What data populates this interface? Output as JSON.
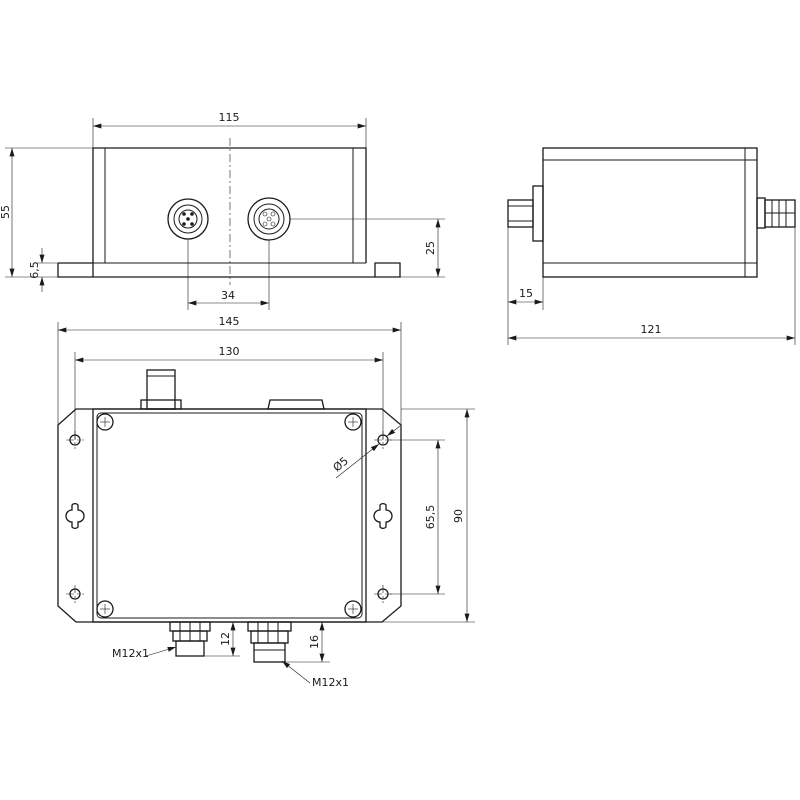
{
  "front_view": {
    "width": "115",
    "height": "55",
    "flange": "6,5",
    "connector_height": "25",
    "connector_spacing": "34"
  },
  "side_view": {
    "connector_length": "15",
    "total_length": "121"
  },
  "top_view": {
    "total_width": "145",
    "hole_spacing_x": "130",
    "total_height": "90",
    "hole_spacing_y": "65,5",
    "hole_dia": "Ø5",
    "connector_offset_1": "12",
    "connector_offset_2": "16",
    "connector_label_left": "M12x1",
    "connector_label_right": "M12x1"
  }
}
